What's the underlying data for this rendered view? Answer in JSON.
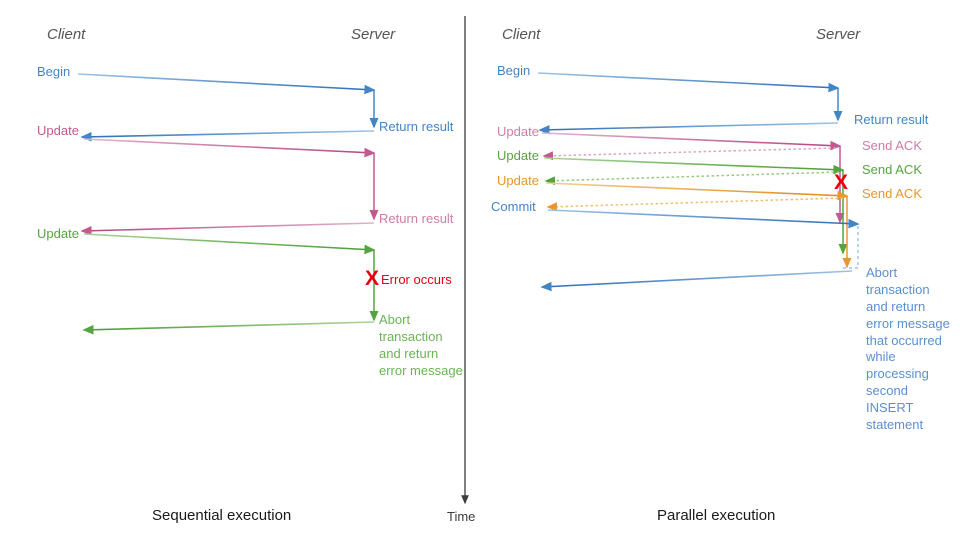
{
  "page": {
    "title": "Sequential vs Parallel transaction execution sequence diagram",
    "background": "#ffffff"
  },
  "colors": {
    "blue": "#4285c5",
    "pink": "#c2598f",
    "pink_light": "#dba6c4",
    "green": "#56a341",
    "green_light": "#93c97e",
    "orange": "#e8972a",
    "orange_light": "#f3bd6e",
    "red": "#e8000d",
    "actor_gray": "#555555",
    "axis_gray": "#3c3c3c",
    "caption_black": "#1a1a1a"
  },
  "time_axis": {
    "label": "Time",
    "name": "time-axis"
  },
  "left_panel": {
    "caption": "Sequential execution",
    "actors": {
      "client": "Client",
      "server": "Server"
    },
    "client_messages": [
      {
        "label": "Begin",
        "color": "blue"
      },
      {
        "label": "Update",
        "color": "pink"
      },
      {
        "label": "Update",
        "color": "green"
      }
    ],
    "server_messages": [
      {
        "label": "Return result",
        "color": "blue"
      },
      {
        "label": "Return result",
        "color": "pink"
      },
      {
        "label": "Abort\ntransaction\nand return\nerror message",
        "color": "green"
      }
    ],
    "error": {
      "marker": "X",
      "label": "Error occurs",
      "color": "red"
    }
  },
  "right_panel": {
    "caption": "Parallel execution",
    "actors": {
      "client": "Client",
      "server": "Server"
    },
    "client_messages": [
      {
        "label": "Begin",
        "color": "blue"
      },
      {
        "label": "Update",
        "color": "pink"
      },
      {
        "label": "Update",
        "color": "green"
      },
      {
        "label": "Update",
        "color": "orange"
      },
      {
        "label": "Commit",
        "color": "blue"
      }
    ],
    "server_messages": [
      {
        "label": "Return result",
        "color": "blue"
      },
      {
        "label": "Send ACK",
        "color": "pink"
      },
      {
        "label": "Send ACK",
        "color": "green"
      },
      {
        "label": "Send ACK",
        "color": "orange"
      },
      {
        "label": "Abort\ntransaction\nand return\nerror message\nthat occurred\nwhile\nprocessing\nsecond\nINSERT\nstatement",
        "color": "blue"
      }
    ],
    "error": {
      "marker": "X",
      "label": "",
      "color": "red"
    }
  }
}
